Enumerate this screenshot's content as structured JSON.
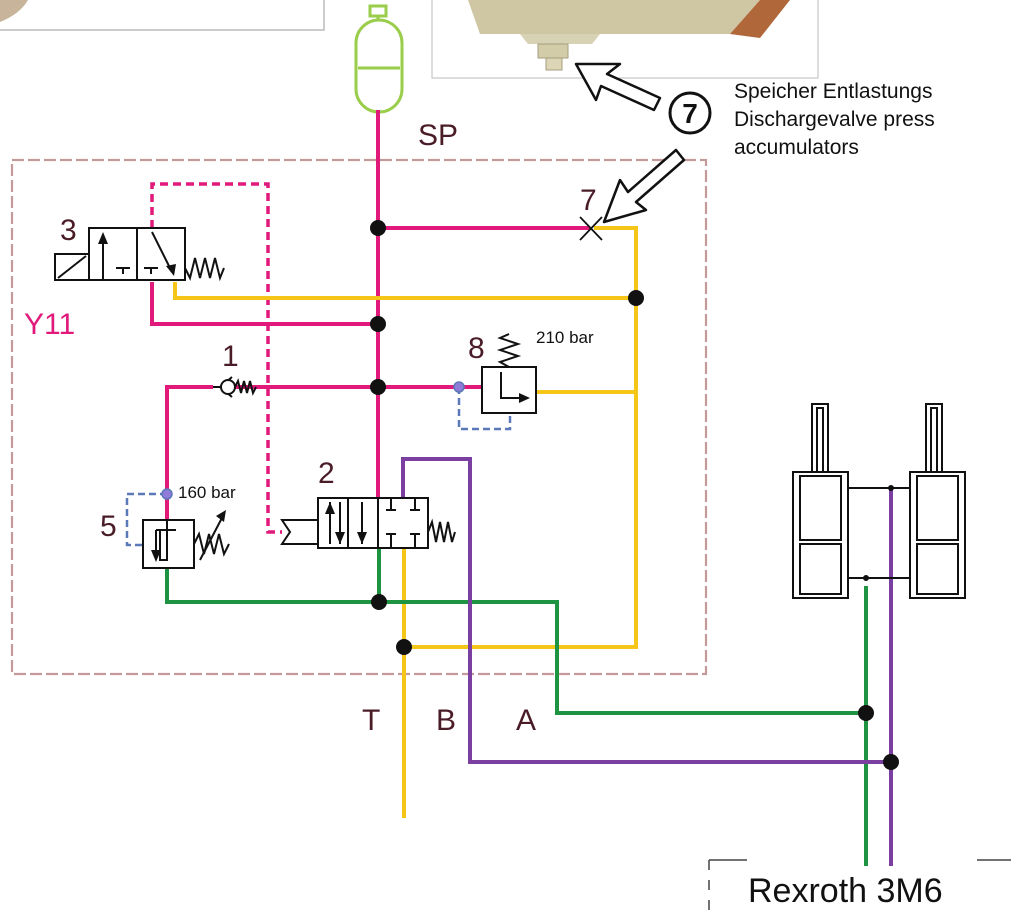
{
  "colors": {
    "pressure": "#e0197b",
    "tank": "#f5c518",
    "line_a": "#1e9442",
    "line_b": "#7a3fa0",
    "pilot": "#5b78b8",
    "accumulator": "#9acd4a",
    "block_border": "#c49a9a",
    "label_dark": "#4a1c28",
    "y11_label": "#e0197b",
    "symbol": "#111111"
  },
  "labels": {
    "sp": "SP",
    "y11": "Y11",
    "port_t": "T",
    "port_b": "B",
    "port_a": "A",
    "component_1": "1",
    "component_2": "2",
    "component_3": "3",
    "component_5": "5",
    "component_7": "7",
    "component_8": "8",
    "pressure_5": "160 bar",
    "pressure_8": "210 bar",
    "callout_number": "7",
    "note_line1": "Speicher Entlastungs",
    "note_line2": "Dischargevalve press",
    "note_line3": "accumulators",
    "footer": "Rexroth 3M6"
  }
}
